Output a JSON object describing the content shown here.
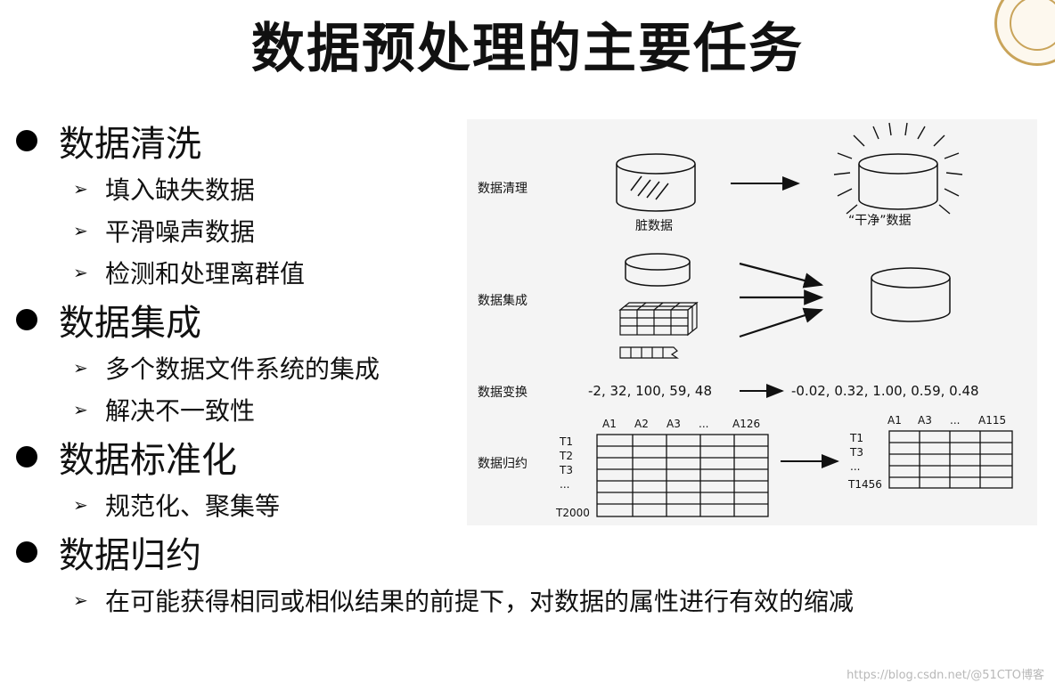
{
  "title": "数据预处理的主要任务",
  "sections": [
    {
      "label": "数据清洗",
      "items": [
        "填入缺失数据",
        "平滑噪声数据",
        "检测和处理离群值"
      ]
    },
    {
      "label": "数据集成",
      "items": [
        "多个数据文件系统的集成",
        "解决不一致性"
      ]
    },
    {
      "label": "数据标准化",
      "items": [
        "规范化、聚集等"
      ]
    },
    {
      "label": "数据归约",
      "items": [
        "在可能获得相同或相似结果的前提下，对数据的属性进行有效的缩减"
      ]
    }
  ],
  "diagram": {
    "row_cleaning": "数据清理",
    "row_integration": "数据集成",
    "row_transform": "数据变换",
    "row_reduction": "数据归约",
    "dirty_label": "脏数据",
    "clean_label": "“干净”数据",
    "transform_input": "-2, 32, 100, 59, 48",
    "transform_output": "-0.02, 0.32, 1.00, 0.59, 0.48",
    "table1": {
      "columns": [
        "A1",
        "A2",
        "A3",
        "...",
        "A126"
      ],
      "rows": [
        "T1",
        "T2",
        "T3",
        "...",
        "T2000"
      ]
    },
    "table2": {
      "columns": [
        "A1",
        "A3",
        "...",
        "A115"
      ],
      "rows": [
        "T1",
        "T3",
        "...",
        "T1456"
      ]
    }
  },
  "watermark": "https://blog.csdn.net/@51CTO博客"
}
